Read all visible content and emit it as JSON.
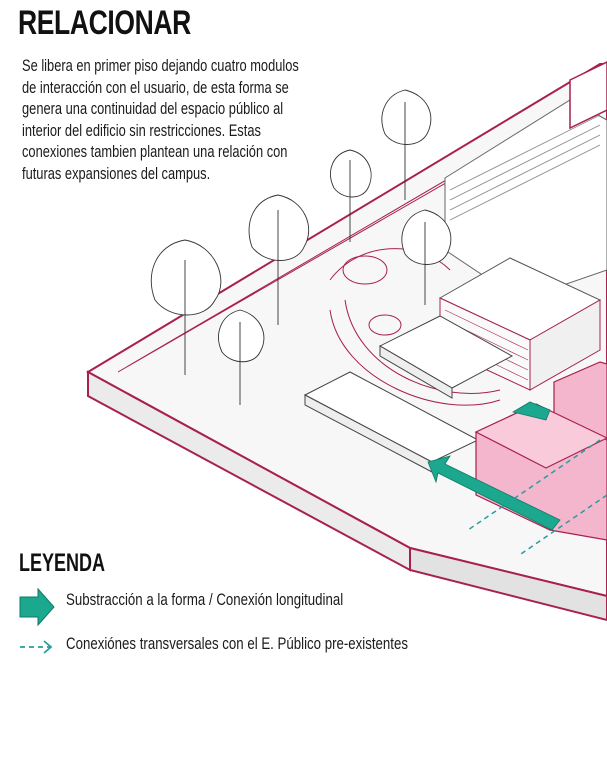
{
  "header": {
    "title": "RELACIONAR",
    "description_lines": [
      "Se libera en primer piso dejando cuatro modulos",
      "de interacción con el usuario, de esta forma se",
      "genera una continuidad del espacio público al",
      "interior del edificio sin restricciones. Estas",
      "conexiones tambien plantean una relación con",
      "futuras expansiones del campus."
    ]
  },
  "legend": {
    "title": "LEYENDA",
    "items": [
      {
        "label": "Substracción a la forma / Conexión longitudinal",
        "symbol": "solid-teal-arrow-icon"
      },
      {
        "label": "Conexiónes transversales con el E. Público pre-existentes",
        "symbol": "dashed-teal-arrow-icon"
      }
    ]
  },
  "colors": {
    "accent_teal": "#1ba88e",
    "dashed_teal": "#2a9c9c",
    "edge_crimson": "#a8204e",
    "volume_pink": "#f4b6cc",
    "volume_pink_dark": "#e88fb0",
    "line_gray": "#555555"
  }
}
